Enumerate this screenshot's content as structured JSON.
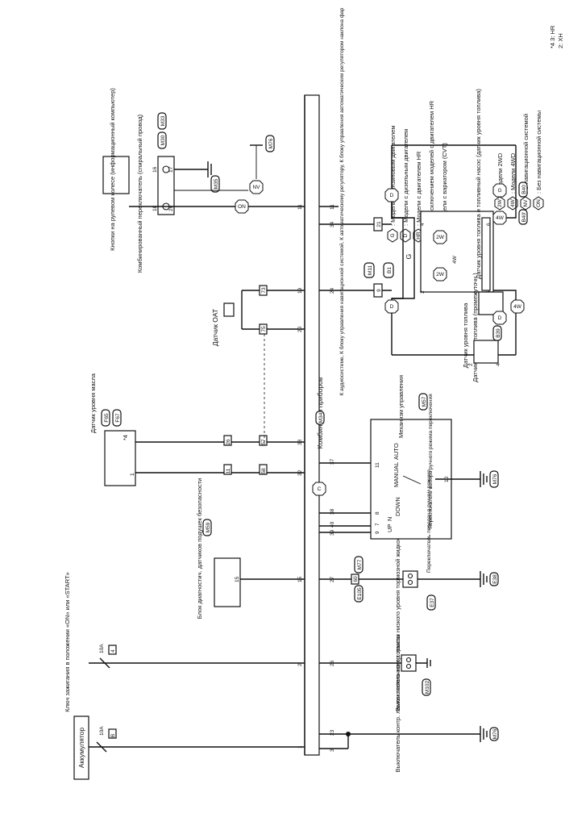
{
  "legend_left": [
    {
      "code": "G",
      "text": ": Модели с бензиновым двигателем"
    },
    {
      "code": "D",
      "text": ": Модели с дизельным двигателем"
    },
    {
      "code": "HR",
      "text": ": Модели с двигателем HR"
    },
    {
      "code": "XH",
      "text": ": За исключением моделей с двигателем HR"
    },
    {
      "code": "C",
      "text": ": Модели с вариатором (CVT)"
    }
  ],
  "legend_right": [
    {
      "code": "2W",
      "text": ": Модели 2WD"
    },
    {
      "code": "4W",
      "text": ": Модели 4WD"
    },
    {
      "code": "NV",
      "text": ": С навигационной системой"
    },
    {
      "code": "ON",
      "text": ": Без навигационной системы"
    }
  ],
  "footnote": {
    "line1": "*4 3: HR",
    "line2": "2: XH"
  },
  "blocks": {
    "battery": "Аккумулятор",
    "ignition": "Ключ зажигания в положении «ON» или «START»",
    "parking_brake": "Выключатель контр. лампы стояночного тормоза",
    "brake_fluid": "Выключатель контр. лампы низкого уровня тормозной жидкости",
    "airbag": "Блок диагностич. датчиков подушек безопасности",
    "cvt": "Механизм управления",
    "cvt_manual": "Переключатель выбора ручного режима переключения",
    "cvt_updown": "Переключатель передач в ручном режиме",
    "oil_sensor": "Датчик уровня масла",
    "cluster": "Комбинация приборов",
    "oat": "Датчик OAT",
    "fuel_sender": "Датчик уровня топлива",
    "fuel_sender_mid": "Датчик уровня топлива (промежуточн.)",
    "fuel_sender_main": "Датчик уровня топлива и топливный насос (датчик уровня топлива)",
    "steering": "Кнопки на рулевом колесе (информационный компьютер)",
    "spiral": "Комбинированный переключатель (спиральный провод)",
    "to_systems": "К аудиосистеме, К блоку управления навигационной системой, К автоматическому регулятору, К блоку управления автоматическим регулятором наклона фар"
  },
  "connectors": {
    "m34": "M34",
    "m76": "M76",
    "b": "B",
    "four": "4",
    "m102": "M102",
    "e37": "E37",
    "e38": "E38",
    "m77": "M77",
    "e105": "E105",
    "m59": "M59",
    "m57": "M57",
    "f123": "F123",
    "e6": "E6",
    "f65": "F65",
    "f67": "F67",
    "e52": "E52",
    "b39": "B39",
    "b40": "B40",
    "b40p": "B40'",
    "m33": "M33",
    "m30": "M30",
    "m35": "M35",
    "m11": "M11",
    "b1": "B1"
  },
  "fuses": {
    "f1": "10A",
    "f2": "10A"
  },
  "pins": {
    "p1": "1",
    "p3": "3",
    "p23": "23",
    "p26": "26",
    "p2": "2",
    "p27": "27",
    "p15": "15",
    "p39": "39",
    "p40": "40",
    "p38": "38",
    "p37": "37",
    "p32": "32",
    "p33": "33",
    "p20": "20",
    "p19": "19",
    "p24": "24",
    "p34": "34",
    "p11": "11",
    "p60": "60",
    "p58": "58",
    "p57": "57",
    "p26b": "26",
    "p16": "16",
    "p17": "17",
    "p75": "75",
    "p73": "73",
    "p9": "9",
    "p21": "21",
    "p4": "4",
    "p5": "5",
    "p6": "6",
    "p10": "10",
    "p7": "7",
    "p8": "8",
    "p18": "18",
    "p31": "31",
    "p25": "25"
  },
  "switch_labels": {
    "n": "N",
    "up": "UP",
    "down": "DOWN",
    "manual": "MANUAL",
    "auto": "AUTO"
  },
  "tags": {
    "g": "G",
    "d": "D",
    "c": "C",
    "on": "ON",
    "nv": "NV",
    "two_w": "2W",
    "four_w": "4W",
    "hr": "HR",
    "xh": "XH",
    "star": "*4"
  }
}
